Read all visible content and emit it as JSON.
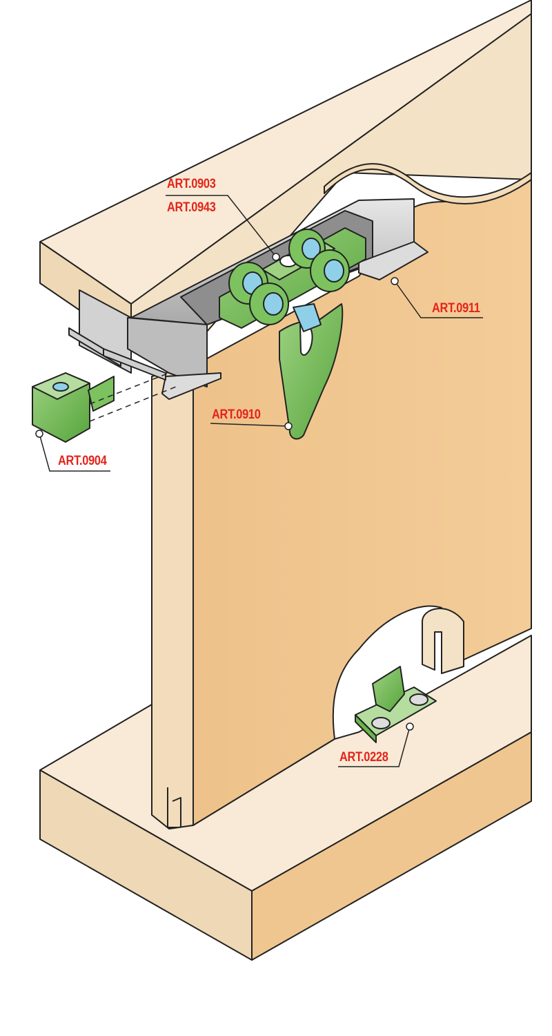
{
  "colors": {
    "label_red": "#e3241b",
    "wood_top": "#f8ead6",
    "wood_side": "#eed6b3",
    "wood_face": "#f0c690",
    "rail_metal": "#c9c9c9",
    "part_green": "#6ab64d",
    "part_blue": "#8fd0e8",
    "outline": "#222222"
  },
  "parts": [
    {
      "id": "art-0903",
      "label": "ART.0903"
    },
    {
      "id": "art-0943",
      "label": "ART.0943"
    },
    {
      "id": "art-0911",
      "label": "ART.0911"
    },
    {
      "id": "art-0910",
      "label": "ART.0910"
    },
    {
      "id": "art-0904",
      "label": "ART.0904"
    },
    {
      "id": "art-0228",
      "label": "ART.0228"
    }
  ]
}
